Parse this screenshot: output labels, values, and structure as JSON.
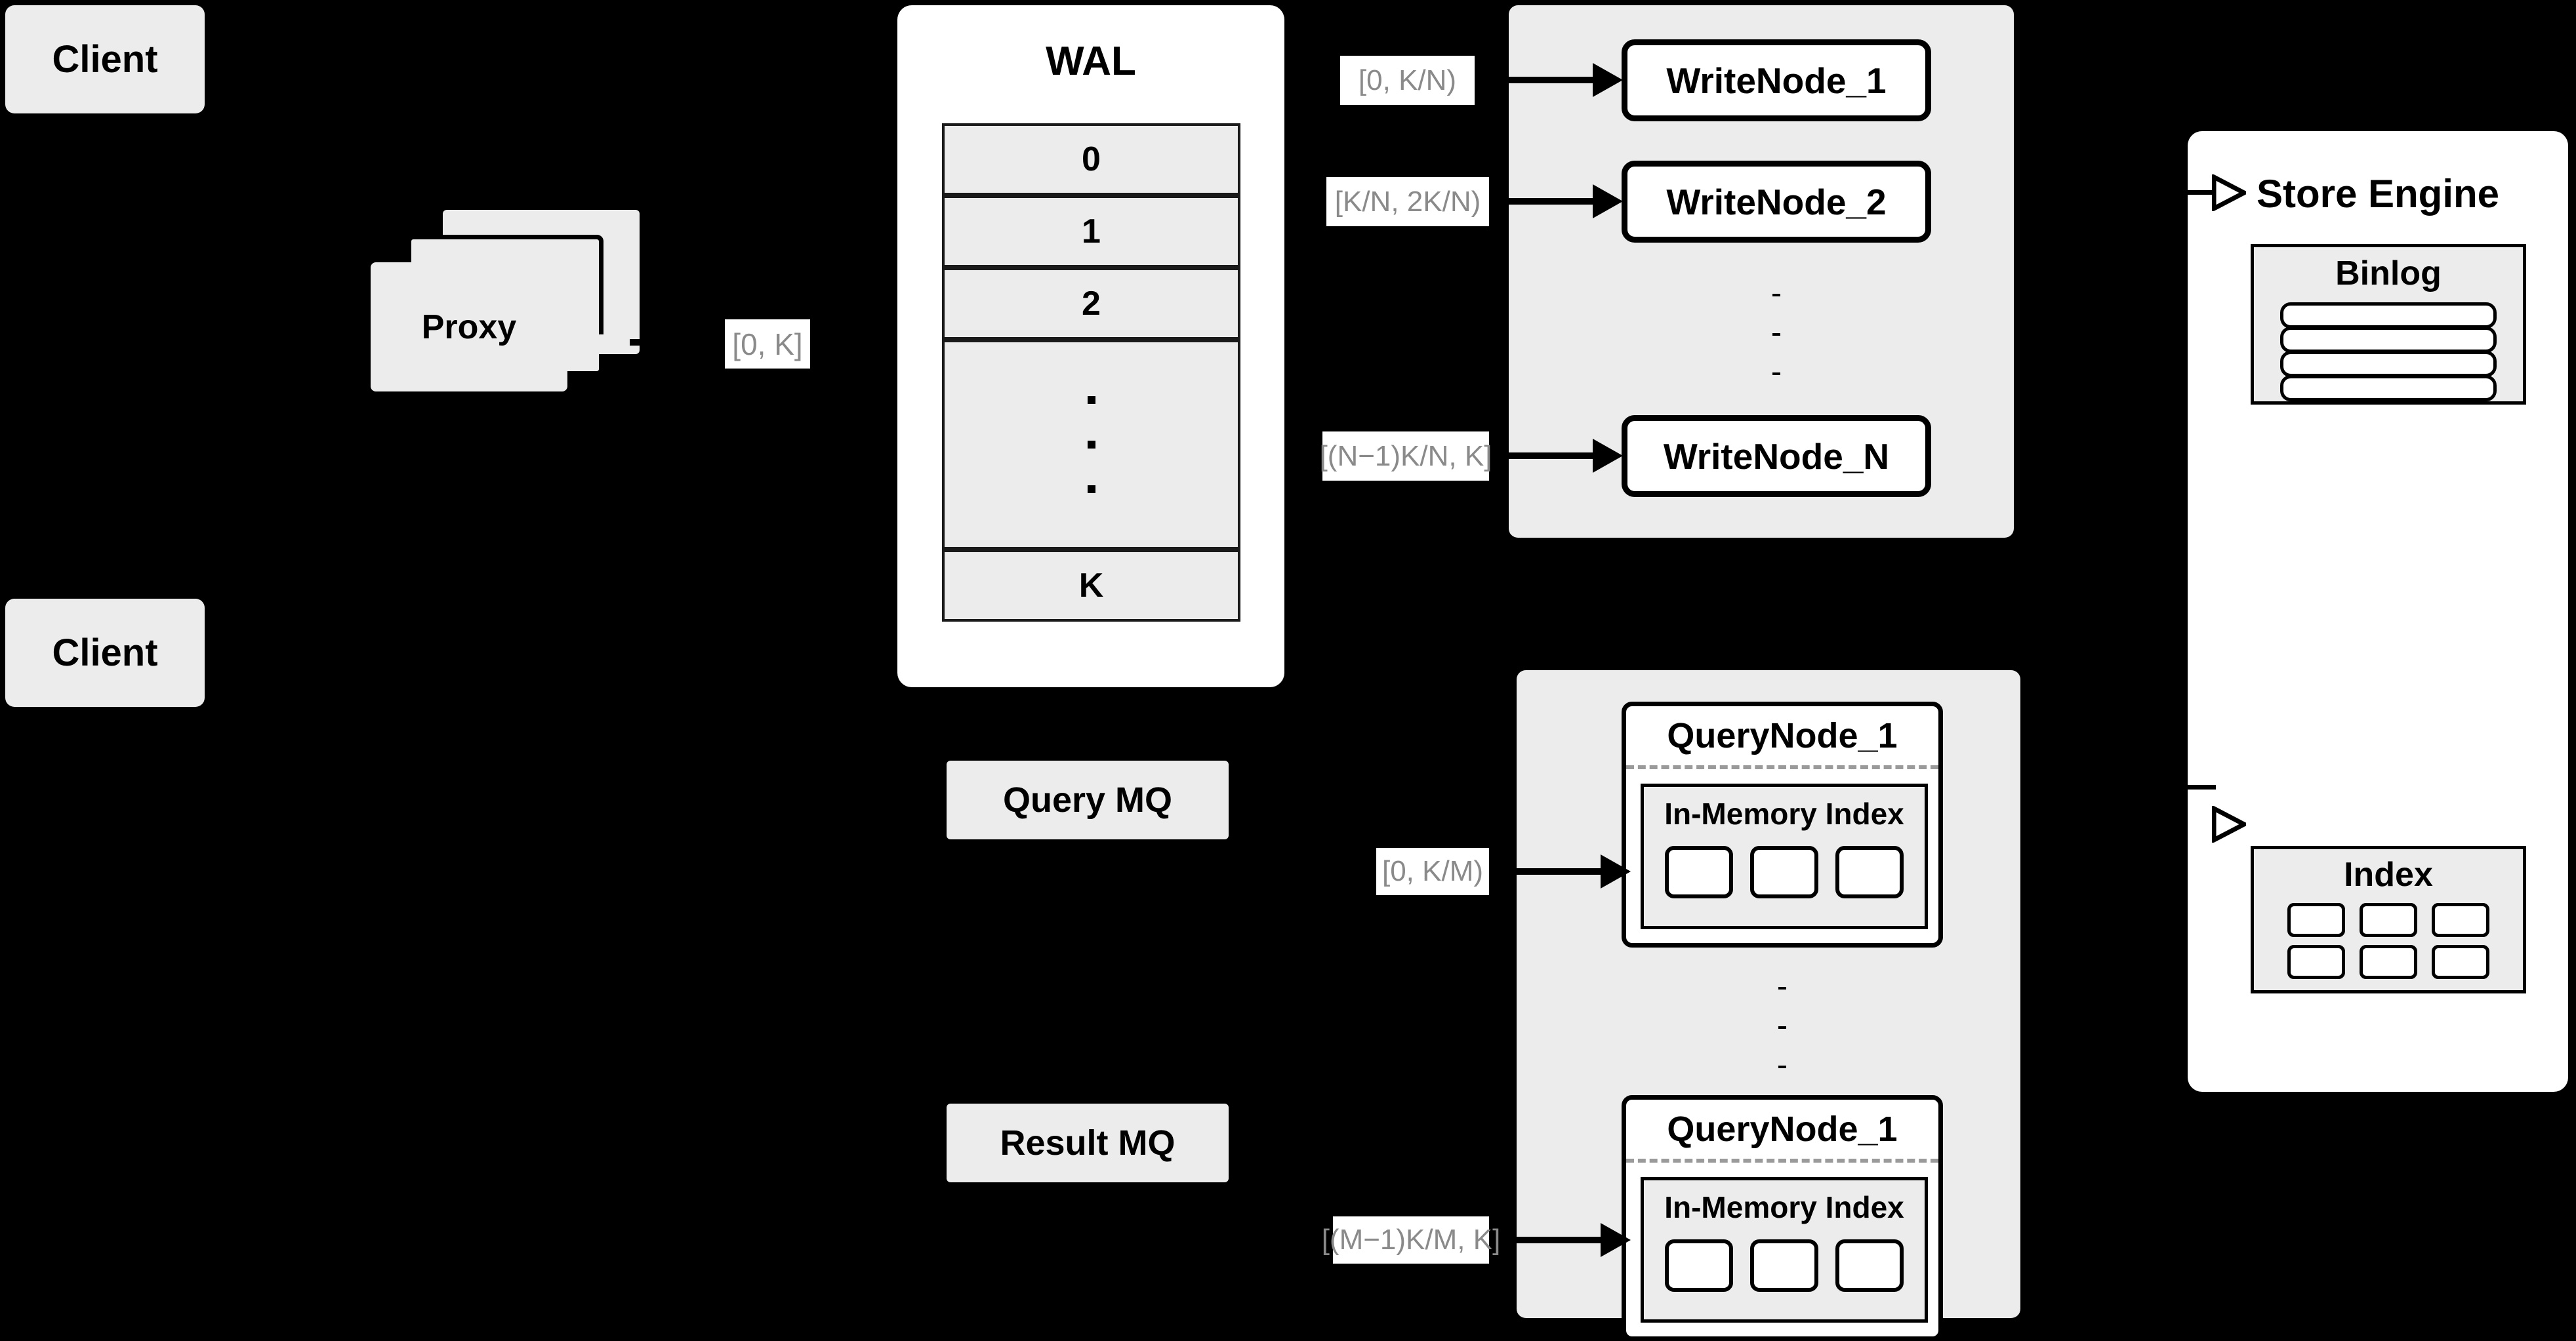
{
  "diagram": {
    "title": "Distributed Vector Database Architecture",
    "background_color": "#000000",
    "node_fill": "#ececec",
    "panel_fill": "#ffffff",
    "label_text_color": "#8a8a8a",
    "label_bg_color": "#ffffff",
    "stroke_color": "#000000",
    "dashed_separator_color": "#9a9a9a"
  },
  "clients": [
    {
      "label": "Client"
    },
    {
      "label": "Client"
    }
  ],
  "proxy": {
    "label": "Proxy",
    "stack_count": 3
  },
  "wal": {
    "title": "WAL",
    "entries": [
      "0",
      "1",
      "2",
      "⋮",
      "K"
    ],
    "ellipsis_dots": 3
  },
  "edges": {
    "proxy_to_wal": "[0, K]",
    "wal_to_write_1": "[0,  K/N)",
    "wal_to_write_2": "[K/N, 2K/N)",
    "wal_to_write_n": "[(N−1)K/N,  K]",
    "mq_to_query_1": "[0, K/M)",
    "mq_to_query_m": "[(M−1)K/M, K]"
  },
  "write_group": {
    "nodes": [
      {
        "label": "WriteNode_1"
      },
      {
        "label": "WriteNode_2"
      },
      {
        "label": "WriteNode_N"
      }
    ],
    "ellipsis_dots": 3
  },
  "message_queues": [
    {
      "label": "Query MQ"
    },
    {
      "label": "Result MQ"
    }
  ],
  "query_group": {
    "nodes": [
      {
        "label": "QueryNode_1",
        "index_label": "In-Memory Index",
        "index_cells": 3
      },
      {
        "label": "QueryNode_1",
        "index_label": "In-Memory Index",
        "index_cells": 3
      }
    ],
    "ellipsis_dots": 3
  },
  "store_engine": {
    "title": "Store Engine",
    "binlog": {
      "title": "Binlog",
      "rows": 4
    },
    "index": {
      "title": "Index",
      "cells": 6,
      "columns": 3,
      "rows": 2
    }
  }
}
